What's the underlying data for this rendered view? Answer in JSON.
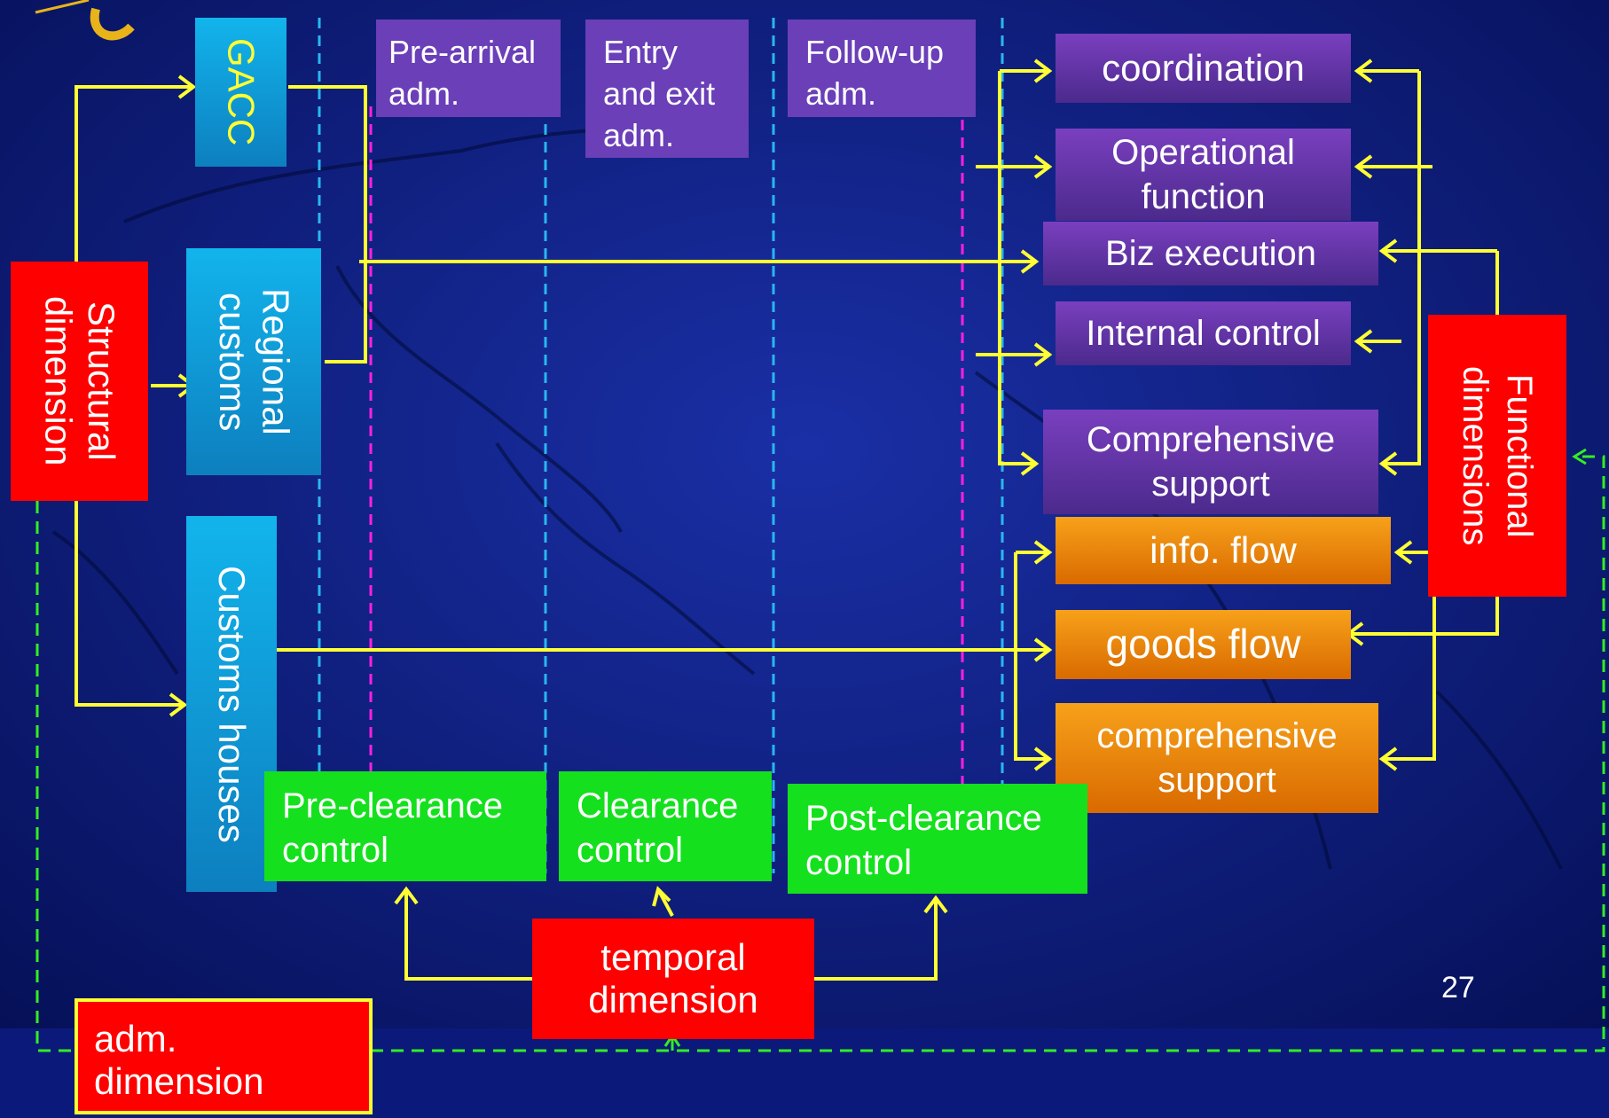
{
  "structural": {
    "dimension": "Structural dimension",
    "gacc": "GACC",
    "regional": "Regional customs",
    "customs_houses": "Customs houses"
  },
  "phases": {
    "pre_arrival": "Pre-arrival adm.",
    "entry_exit": "Entry and exit adm.",
    "follow_up": "Follow-up adm."
  },
  "functions": {
    "coordination": "coordination",
    "operational": "Operational function",
    "biz_execution": "Biz execution",
    "internal_control": "Internal control",
    "comprehensive_support_1": "Comprehensive support",
    "info_flow": "info. flow",
    "goods_flow": "goods flow",
    "comprehensive_support_2": "comprehensive support",
    "functional_dimensions": "Functional dimensions"
  },
  "controls": {
    "pre_clearance": "Pre-clearance control",
    "clearance": "Clearance control",
    "post_clearance": "Post-clearance control"
  },
  "temporal": "temporal dimension",
  "adm_dimension": "adm. dimension",
  "page_number": "27",
  "colors": {
    "background": "#0a1a6e",
    "arrow_yellow": "#ffff33",
    "dashed_blue": "#29b7f0",
    "dashed_magenta": "#ff1fe0",
    "dashed_green": "#33ee22",
    "red": "#ff0000",
    "green": "#15e01e",
    "orange": "#f08a0a",
    "purple": "#6a3fb8",
    "cyan_blue": "#12a8e6"
  }
}
